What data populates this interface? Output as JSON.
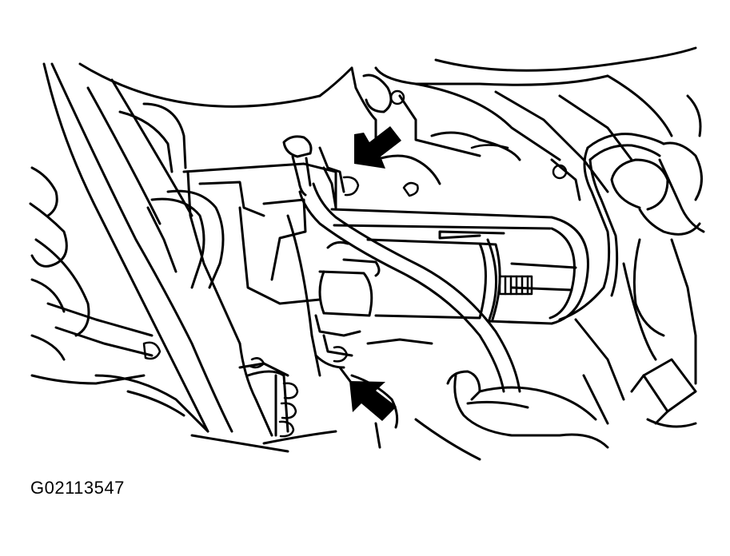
{
  "figure": {
    "id_label": "G02113547"
  },
  "colors": {
    "line": "#000000",
    "background": "#ffffff"
  },
  "callouts": [
    {
      "name": "upper-arrow",
      "direction": "down-left"
    },
    {
      "name": "lower-arrow",
      "direction": "up-left"
    }
  ]
}
